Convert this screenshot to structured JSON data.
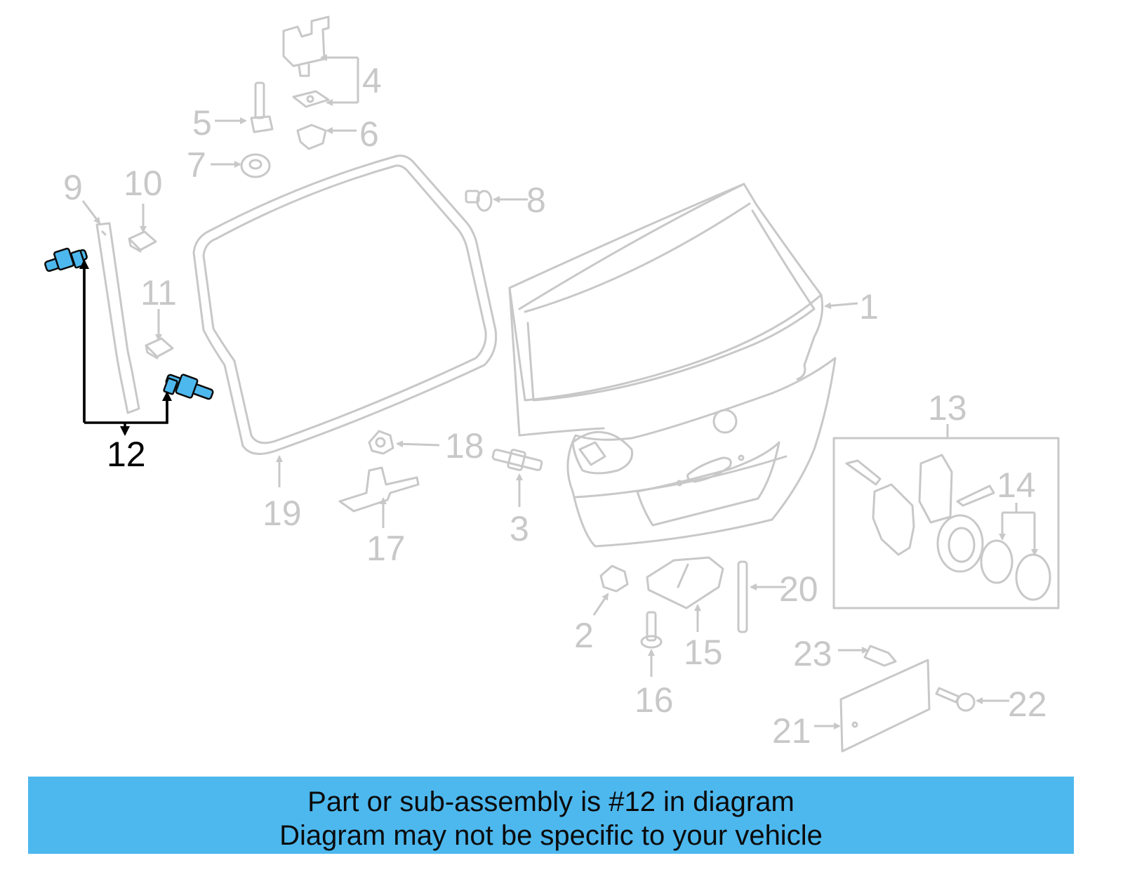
{
  "diagram": {
    "callouts": {
      "c1": "1",
      "c2": "2",
      "c3": "3",
      "c4": "4",
      "c5": "5",
      "c6": "6",
      "c7": "7",
      "c8": "8",
      "c9": "9",
      "c10": "10",
      "c11": "11",
      "c12": "12",
      "c13": "13",
      "c14": "14",
      "c15": "15",
      "c16": "16",
      "c17": "17",
      "c18": "18",
      "c19": "19",
      "c20": "20",
      "c21": "21",
      "c22": "22",
      "c23": "23"
    },
    "highlighted_part": "12",
    "colors": {
      "highlight": "#4db8ee",
      "part_lines": "#c8c8c8",
      "banner": "#4db8ee"
    }
  },
  "banner": {
    "line1": "Part or sub-assembly is #12 in diagram",
    "line2": "Diagram may not be specific to your vehicle"
  }
}
